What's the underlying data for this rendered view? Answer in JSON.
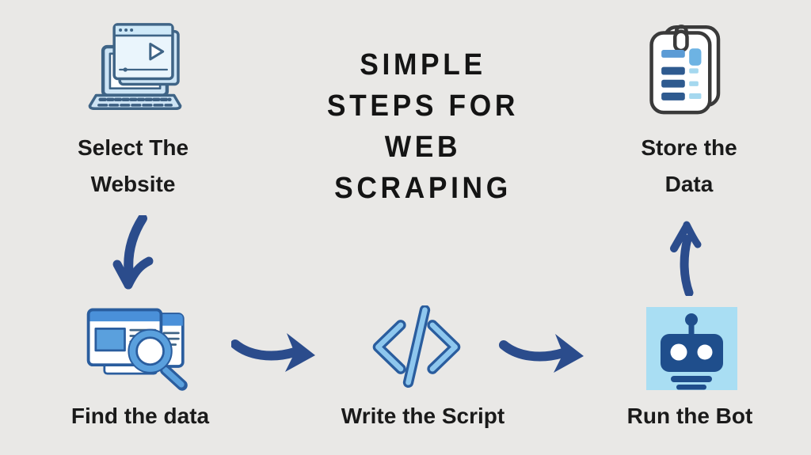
{
  "title": {
    "lines": [
      "SIMPLE",
      "STEPS FOR",
      "WEB",
      "SCRAPING"
    ]
  },
  "steps": [
    {
      "label": "Select The Website",
      "icon": "laptop-video-icon"
    },
    {
      "label": "Find the data",
      "icon": "browser-search-icon"
    },
    {
      "label": "Write the Script",
      "icon": "code-brackets-icon"
    },
    {
      "label": "Run the Bot",
      "icon": "robot-icon"
    },
    {
      "label": "Store the Data",
      "icon": "clipboard-notes-icon"
    }
  ],
  "arrows": [
    {
      "name": "arrow-down",
      "direction": "down"
    },
    {
      "name": "arrow-right-1",
      "direction": "right"
    },
    {
      "name": "arrow-right-2",
      "direction": "right"
    },
    {
      "name": "arrow-up",
      "direction": "up"
    }
  ],
  "colors": {
    "background": "#e9e8e6",
    "text": "#1a1a1a",
    "arrow": "#2b4c8c",
    "outline": "#3f6486",
    "keys": "#3c5f82",
    "window-light": "#cde4f5",
    "window-pale": "#eaf5fc",
    "window-header": "#cfe9f8",
    "blue-mid": "#4a90d9",
    "blue-mid2": "#5aa0dd",
    "code-dark": "#2a5d9e",
    "code-light": "#8ec7ee",
    "robot-navy": "#1f4e8c",
    "robot-bg": "#a9def3",
    "clip-outline": "#3a3a3a",
    "bar-navy": "#2e5a8f",
    "bar-blue": "#5b9bd5",
    "bar-pale": "#a5d8ef",
    "bar-mid": "#6db3e3"
  }
}
